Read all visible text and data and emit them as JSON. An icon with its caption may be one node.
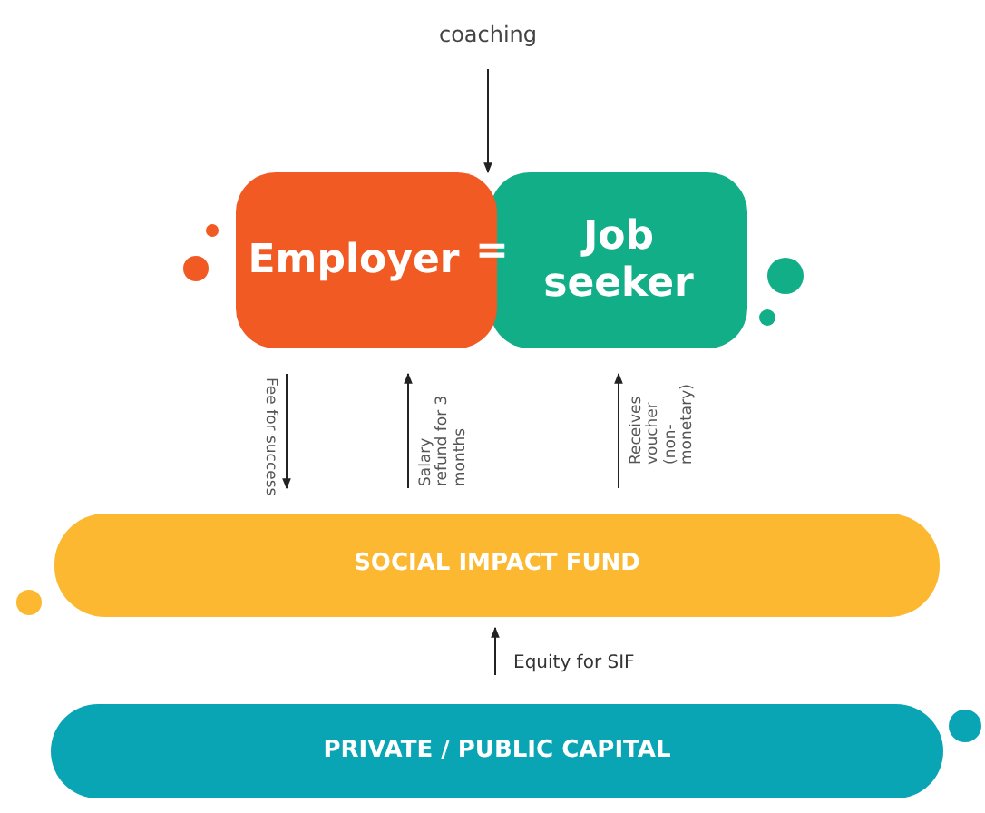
{
  "diagram": {
    "nodes": [
      {
        "text": [
          "coaching"
        ]
      },
      {
        "text": [
          "Employer"
        ]
      },
      {
        "text": [
          "Job seeker"
        ]
      },
      {
        "text": [
          "SOCIAL IMPACT FUND"
        ]
      },
      {
        "text": [
          "PRIVATE / PUBLIC CAPITAL"
        ]
      }
    ],
    "edges": [
      {
        "from": 0,
        "to": 2,
        "arrow": "to"
      },
      {
        "from": 1,
        "to": 3,
        "arrow": "to",
        "label": "Fee for success"
      },
      {
        "from": 3,
        "to": 1,
        "arrow": "to",
        "label": "Salary refund for 3 months"
      },
      {
        "from": 3,
        "to": 2,
        "arrow": "to",
        "label": "Receives voucher (non-monetary)"
      },
      {
        "from": 4,
        "to": 3,
        "arrow": "to",
        "label": "Equity for SIF"
      }
    ],
    "labels": [
      "="
    ]
  }
}
